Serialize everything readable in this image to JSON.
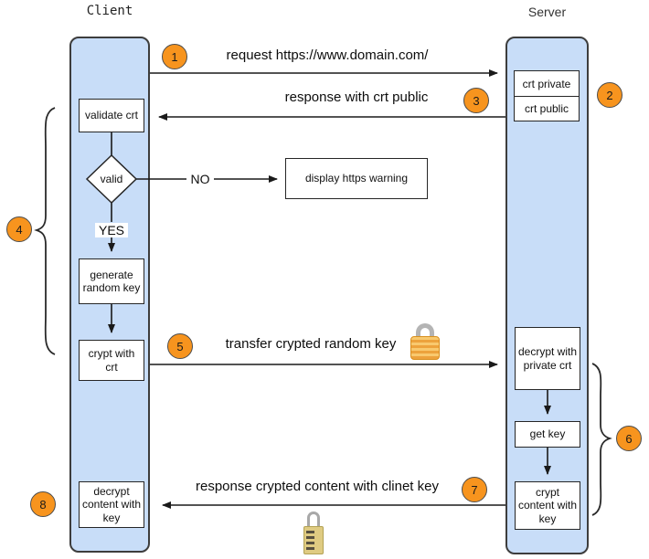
{
  "titles": {
    "client": "Client",
    "server": "Server"
  },
  "step_badges": [
    "1",
    "2",
    "3",
    "4",
    "5",
    "6",
    "7",
    "8"
  ],
  "messages": {
    "request": "request https://www.domain.com/",
    "response_public": "response with crt public",
    "transfer_key": "transfer crypted random key",
    "response_content": "response crypted content with clinet key"
  },
  "client_flow": {
    "validate_crt": "validate crt",
    "valid_decision": "valid",
    "no_label": "NO",
    "yes_label": "YES",
    "generate_key": "generate random key",
    "crypt_with_crt": "crypt with crt",
    "warning": "display https warning",
    "decrypt_content": "decrypt content with key"
  },
  "server_flow": {
    "crt_private": "crt private",
    "crt_public": "crt public",
    "decrypt_private": "decrypt with private crt",
    "get_key": "get key",
    "crypt_content": "crypt content with key"
  },
  "icons": {
    "padlock": "closed-padlock-icon",
    "combination_lock": "combination-padlock-icon"
  },
  "colors": {
    "lane_fill": "#c8ddf8",
    "lane_border": "#3d3d3d",
    "badge_fill": "#f7941e",
    "arrow": "#1a1a1a",
    "lock_gold": "#eda23c",
    "box_fill": "#ffffff"
  }
}
